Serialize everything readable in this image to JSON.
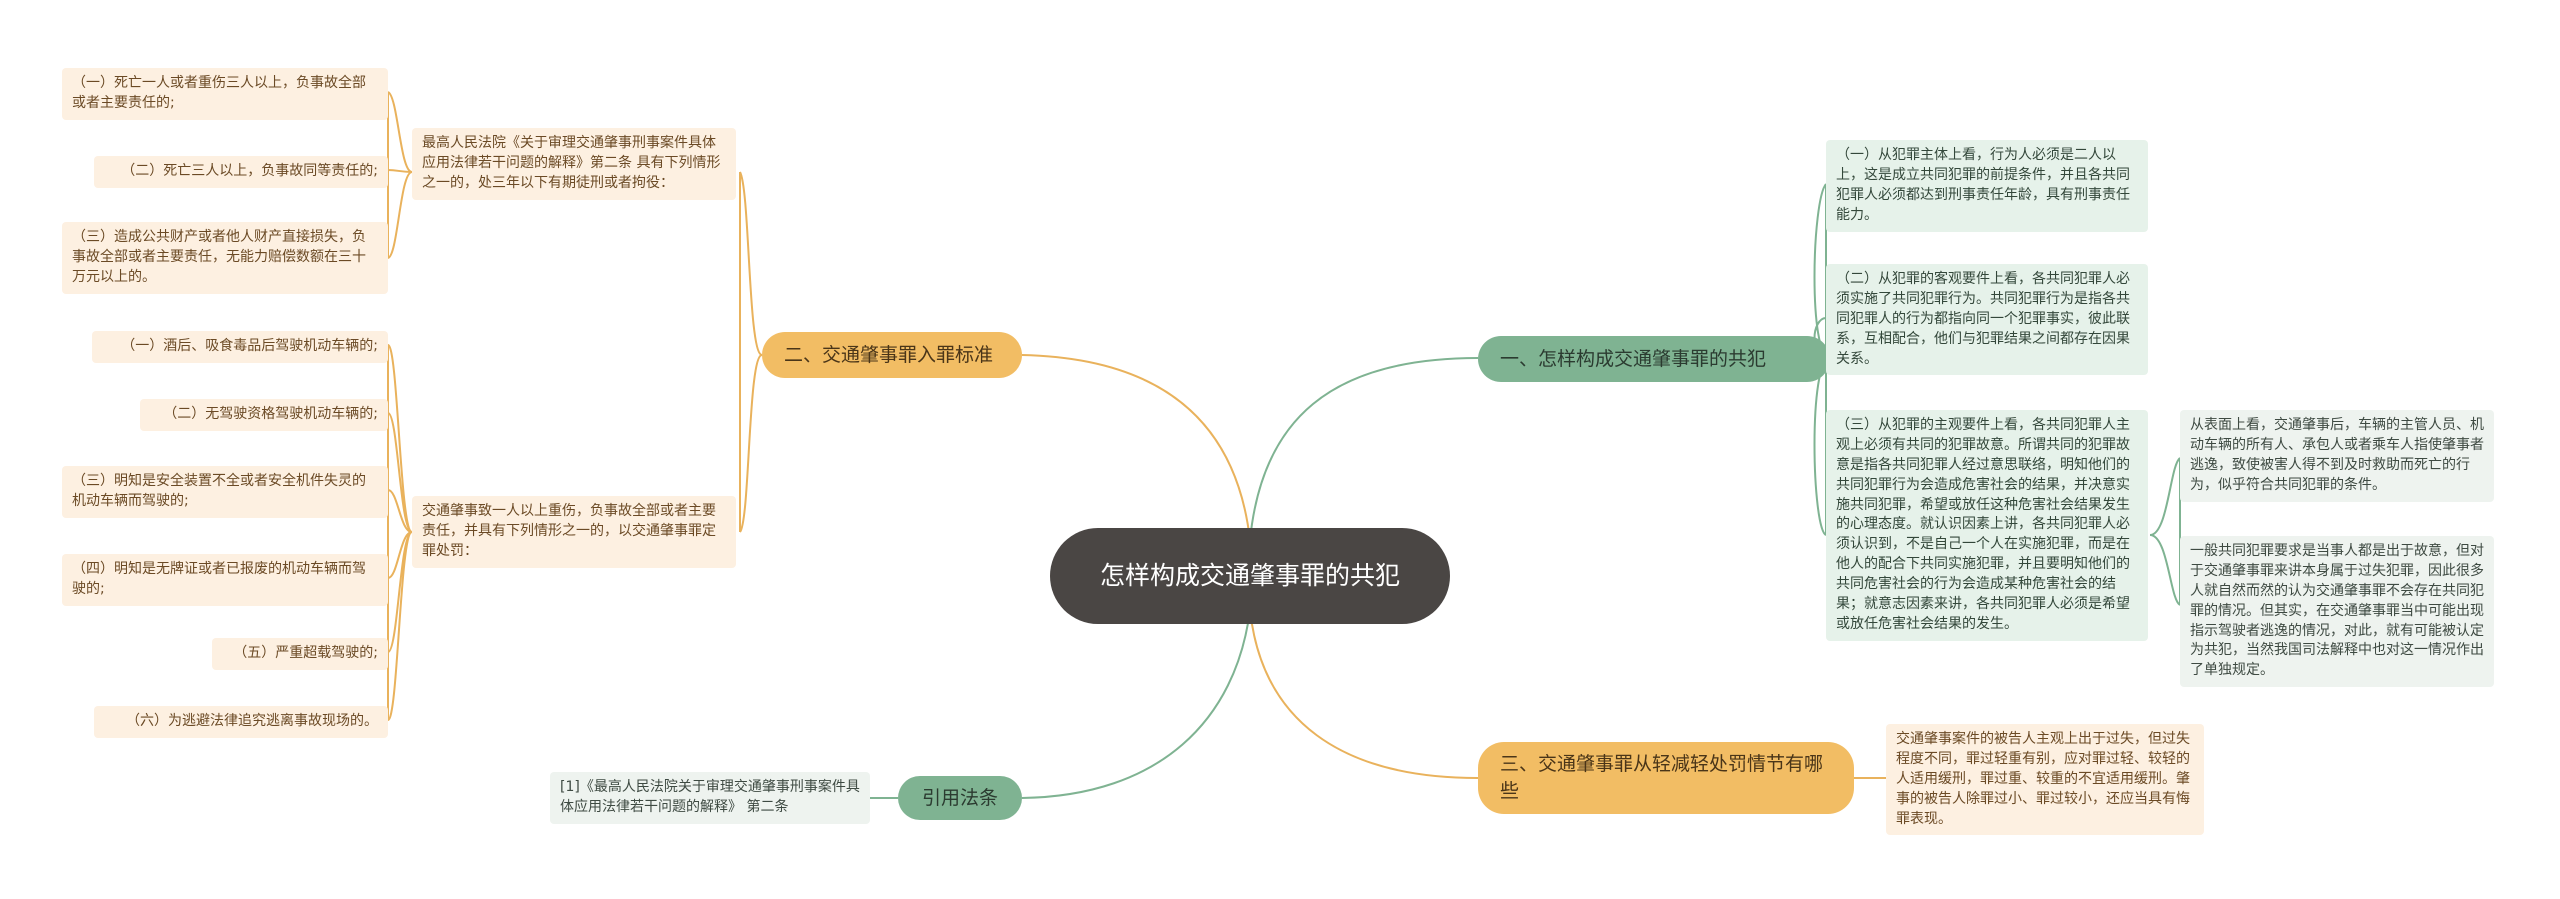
{
  "root": {
    "title": "怎样构成交通肇事罪的共犯"
  },
  "branches": {
    "b1": {
      "label": "一、怎样构成交通肇事罪的共犯",
      "items": [
        "（一）从犯罪主体上看，行为人必须是二人以上，这是成立共同犯罪的前提条件，并且各共同犯罪人必须都达到刑事责任年龄，具有刑事责任能力。",
        "（二）从犯罪的客观要件上看，各共同犯罪人必须实施了共同犯罪行为。共同犯罪行为是指各共同犯罪人的行为都指向同一个犯罪事实，彼此联系，互相配合，他们与犯罪结果之间都存在因果关系。",
        "（三）从犯罪的主观要件上看，各共同犯罪人主观上必须有共同的犯罪故意。所谓共同的犯罪故意是指各共同犯罪人经过意思联络，明知他们的共同犯罪行为会造成危害社会的结果，并决意实施共同犯罪，希望或放任这种危害社会结果发生的心理态度。就认识因素上讲，各共同犯罪人必须认识到，不是自己一个人在实施犯罪，而是在他人的配合下共同实施犯罪，并且要明知他们的共同危害社会的行为会造成某种危害社会的结果；就意志因素来讲，各共同犯罪人必须是希望或放任危害社会结果的发生。"
      ],
      "sub": [
        "从表面上看，交通肇事后，车辆的主管人员、机动车辆的所有人、承包人或者乘车人指使肇事者逃逸，致使被害人得不到及时救助而死亡的行为，似乎符合共同犯罪的条件。",
        "一般共同犯罪要求是当事人都是出于故意，但对于交通肇事罪来讲本身属于过失犯罪，因此很多人就自然而然的认为交通肇事罪不会存在共同犯罪的情况。但其实，在交通肇事罪当中可能出现指示驾驶者逃逸的情况，对此，就有可能被认定为共犯，当然我国司法解释中也对这一情况作出了单独规定。"
      ]
    },
    "b2": {
      "label": "二、交通肇事罪入罪标准",
      "group1": {
        "text": "最高人民法院《关于审理交通肇事刑事案件具体应用法律若干问题的解释》第二条 具有下列情形之一的，处三年以下有期徒刑或者拘役：",
        "items": [
          "（一）死亡一人或者重伤三人以上，负事故全部或者主要责任的;",
          "（二）死亡三人以上，负事故同等责任的;",
          "（三）造成公共财产或者他人财产直接损失，负事故全部或者主要责任，无能力赔偿数额在三十万元以上的。"
        ]
      },
      "group2": {
        "text": "交通肇事致一人以上重伤，负事故全部或者主要责任，并具有下列情形之一的，以交通肇事罪定罪处罚：",
        "items": [
          "（一）酒后、吸食毒品后驾驶机动车辆的;",
          "（二）无驾驶资格驾驶机动车辆的;",
          "（三）明知是安全装置不全或者安全机件失灵的机动车辆而驾驶的;",
          "（四）明知是无牌证或者已报废的机动车辆而驾驶的;",
          "（五）严重超载驾驶的;",
          "（六）为逃避法律追究逃离事故现场的。"
        ]
      }
    },
    "b3": {
      "label": "三、交通肇事罪从轻减轻处罚情节有哪些",
      "text": "交通肇事案件的被告人主观上出于过失，但过失程度不同，罪过轻重有别，应对罪过轻、较轻的人适用缓刑，罪过重、较重的不宜适用缓刑。肇事的被告人除罪过小、罪过较小，还应当具有悔罪表现。"
    },
    "b4": {
      "label": "引用法条",
      "text": "[1]《最高人民法院关于审理交通肇事刑事案件具体应用法律若干问题的解释》 第二条"
    }
  },
  "colors": {
    "root_bg": "#4a4644",
    "green": "#7fb392",
    "orange": "#f2bd64",
    "link_green": "#7fb392",
    "link_orange": "#e9b25c"
  }
}
